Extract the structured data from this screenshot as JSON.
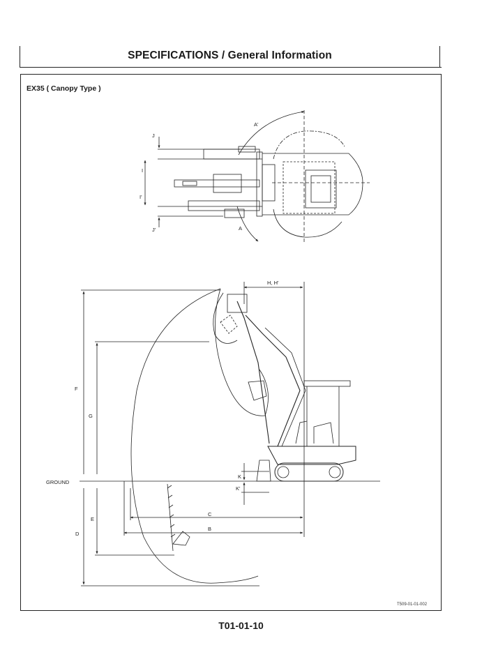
{
  "header": {
    "title": "SPECIFICATIONS / General Information"
  },
  "model_label": "EX35 ( Canopy Type )",
  "top_view_labels": {
    "a_prime": "A'",
    "a": "A",
    "j": "J",
    "i": "I",
    "i_prime": "I'",
    "j_prime": "J'"
  },
  "side_view_labels": {
    "h": "H, H'",
    "f": "F",
    "g": "G",
    "ground": "GROUND",
    "k": "K",
    "k_prime": "K'",
    "c": "C",
    "b": "B",
    "e": "E",
    "d": "D"
  },
  "figure_code": "T509-01-01-002",
  "page_number": "T01-01-10"
}
